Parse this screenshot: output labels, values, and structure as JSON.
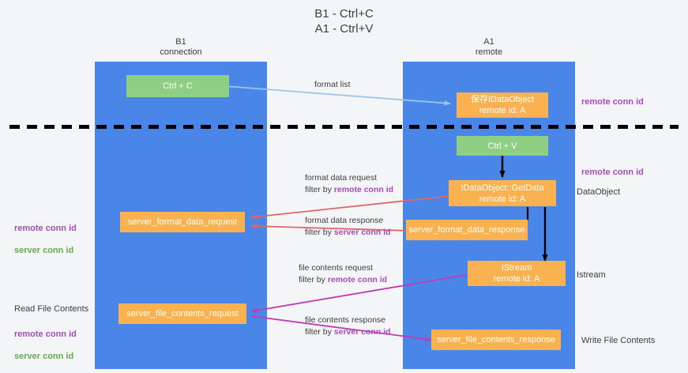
{
  "title": "B1 - Ctrl+C\nA1 - Ctrl+V",
  "colors": {
    "background": "#f4f5f7",
    "lane": "#4a86e8",
    "node_green": "#8fcf84",
    "node_orange": "#f9b24f",
    "accent_purple": "#a64dbb",
    "accent_green": "#6aa84f",
    "edge_blue": "#9fc5e8",
    "edge_red": "#e06666",
    "edge_magenta": "#c239b3",
    "edge_black": "#000000",
    "divider": "#000000",
    "text": "#3c4043"
  },
  "lanes": [
    {
      "id": "b1",
      "title": "B1\nconnection"
    },
    {
      "id": "a1",
      "title": "A1\nremote"
    }
  ],
  "nodes": [
    {
      "id": "ctrl-c",
      "label": "Ctrl + C",
      "style": "green"
    },
    {
      "id": "save-idataobject",
      "label": "保存IDataObject\nremote id: A",
      "style": "orange"
    },
    {
      "id": "ctrl-v",
      "label": "Ctrl + V",
      "style": "green"
    },
    {
      "id": "idataobject-getdata",
      "label": "IDataObject::GetData\nremote id: A",
      "style": "orange"
    },
    {
      "id": "server-format-data-request",
      "label": "server_format_data_request",
      "style": "orange"
    },
    {
      "id": "server-format-data-response",
      "label": "server_format_data_response",
      "style": "orange"
    },
    {
      "id": "istream",
      "label": "IStream\nremote id: A",
      "style": "orange"
    },
    {
      "id": "server-file-contents-request",
      "label": "server_file_contents_request",
      "style": "orange"
    },
    {
      "id": "server-file-contents-response",
      "label": "server_file_contents_response",
      "style": "orange"
    }
  ],
  "edge_labels": {
    "format_list": "format list",
    "format_data_request": "format data request",
    "format_data_request_filter_prefix": "filter by ",
    "format_data_request_filter_key": "remote conn id",
    "format_data_response": "format data response",
    "format_data_response_filter_prefix": "filter by ",
    "format_data_response_filter_key": "server conn id",
    "file_contents_request": "file contents request",
    "file_contents_request_filter_prefix": "filter by ",
    "file_contents_request_filter_key": "remote conn id",
    "file_contents_response": "file contents response",
    "file_contents_response_filter_prefix": "filter by ",
    "file_contents_response_filter_key": "server conn id"
  },
  "annotations": {
    "right_remote_conn_id_top": "remote conn id",
    "right_remote_conn_id_mid": "remote conn id",
    "right_dataobject": "DataObject",
    "right_istream": "Istream",
    "right_write_file_contents": "Write File Contents",
    "left_remote_conn_id": "remote conn id",
    "left_server_conn_id": "server conn id",
    "left_read_file_contents": "Read File Contents",
    "left_remote_conn_id_2": "remote conn id",
    "left_server_conn_id_2": "server conn id"
  }
}
